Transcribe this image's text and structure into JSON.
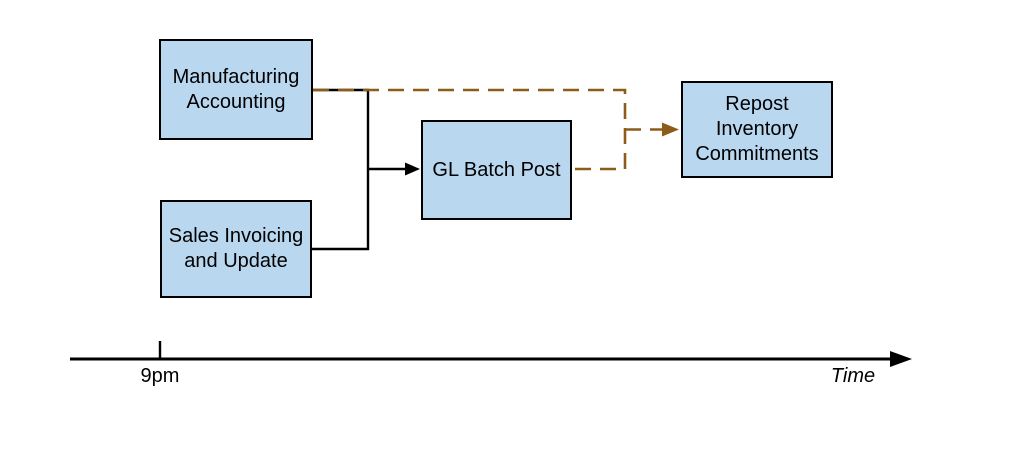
{
  "nodes": {
    "manufacturing_accounting": {
      "label": "Manufacturing Accounting",
      "lines": [
        "Manufacturing",
        "Accounting"
      ]
    },
    "sales_invoicing": {
      "label": "Sales Invoicing and Update",
      "lines": [
        "Sales Invoicing",
        "and Update"
      ]
    },
    "gl_batch_post": {
      "label": "GL Batch Post",
      "lines": [
        "GL Batch Post"
      ]
    },
    "repost_inventory": {
      "label": "Repost Inventory Commitments",
      "lines": [
        "Repost",
        "Inventory",
        "Commitments"
      ]
    }
  },
  "edges": [
    {
      "from": "Manufacturing Accounting",
      "to": "GL Batch Post",
      "style": "solid",
      "color": "#000000"
    },
    {
      "from": "Sales Invoicing and Update",
      "to": "GL Batch Post",
      "style": "solid",
      "color": "#000000"
    },
    {
      "from": "Manufacturing Accounting",
      "to": "Repost Inventory Commitments",
      "style": "dashed",
      "color": "#8E5C19"
    },
    {
      "from": "GL Batch Post",
      "to": "Repost Inventory Commitments",
      "style": "dashed",
      "color": "#8E5C19"
    }
  ],
  "timeline": {
    "tick_label": "9pm",
    "axis_label": "Time"
  },
  "colors": {
    "node_fill": "#B9D7EF",
    "node_border": "#000000",
    "solid_connector": "#000000",
    "dashed_connector": "#8E5C19",
    "text": "#000000",
    "background": "#FFFFFF"
  }
}
